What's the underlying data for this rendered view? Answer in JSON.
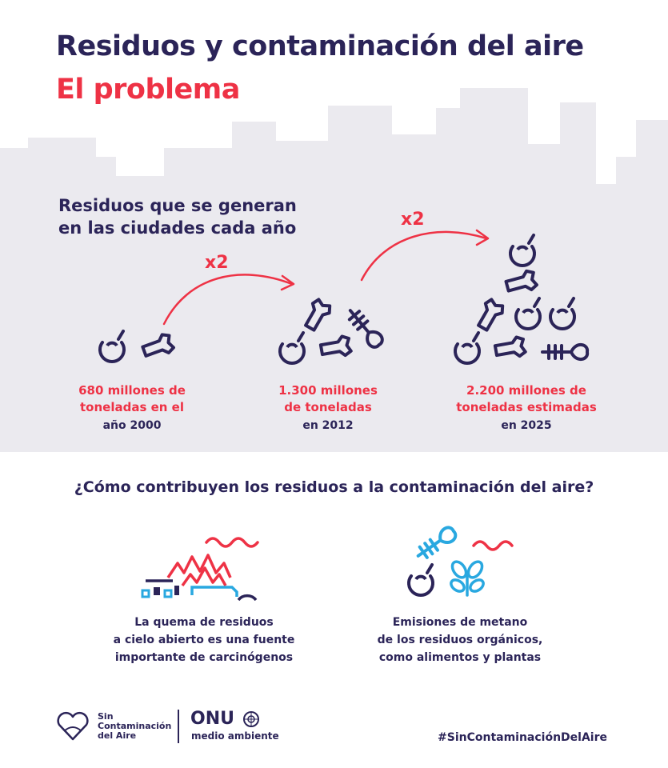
{
  "header": {
    "title": "Residuos y contaminación del aire",
    "subtitle": "El problema"
  },
  "generation": {
    "heading_line1": "Residuos que se generan",
    "heading_line2": "en las ciudades cada año",
    "multipliers": [
      "x2",
      "x2"
    ],
    "stats": [
      {
        "line1": "680 millones de",
        "line2": "toneladas en el",
        "year": "año 2000"
      },
      {
        "line1": "1.300 millones",
        "line2": "de toneladas",
        "year": "en 2012"
      },
      {
        "line1": "2.200 millones de",
        "line2": "toneladas estimadas",
        "year": "en 2025"
      }
    ]
  },
  "contribution": {
    "question": "¿Cómo contribuyen los residuos a la contaminación del aire?",
    "items": [
      {
        "line1": "La quema de residuos",
        "line2": "a cielo abierto es una fuente",
        "line3": "importante de carcinógenos",
        "icon": "burning-waste-icon"
      },
      {
        "line1": "Emisiones de metano",
        "line2": "de los residuos orgánicos,",
        "line3": "como alimentos y plantas",
        "icon": "organic-waste-icon"
      }
    ]
  },
  "footer": {
    "campaign_line1": "Sin",
    "campaign_line2": "Contaminación",
    "campaign_line3": "del Aire",
    "org_name": "ONU",
    "org_sub": "medio ambiente",
    "hashtag": "#SinContaminaciónDelAire"
  },
  "colors": {
    "navy": "#2b2458",
    "red": "#ee3245",
    "skyline": "#ebeaef",
    "blue": "#29a8e0"
  }
}
